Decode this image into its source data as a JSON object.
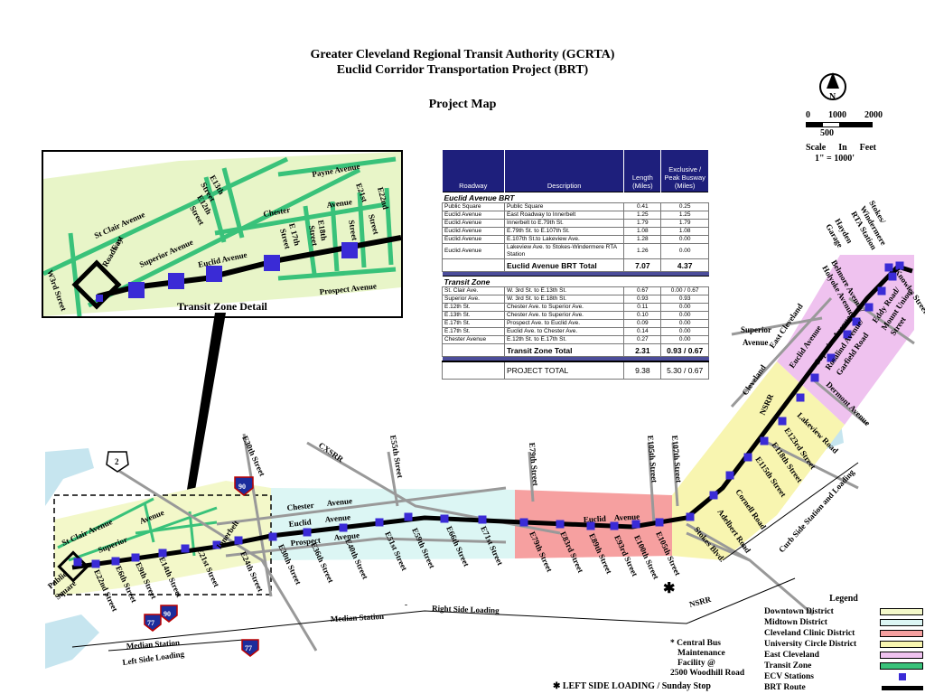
{
  "title": {
    "line1": "Greater Cleveland Regional Transit Authority (GCRTA)",
    "line2": "Euclid Corridor Transportation Project (BRT)",
    "subtitle": "Project Map"
  },
  "north_arrow": {
    "label": "N"
  },
  "scale": {
    "n0": "0",
    "n1": "1000",
    "n2": "2000",
    "n_sub": "500",
    "label_scale": "Scale",
    "label_in": "In",
    "label_feet": "Feet",
    "ratio": "1\" = 1000'"
  },
  "table": {
    "headers": {
      "roadway": "Roadway",
      "description": "Description",
      "length": "Length (Miles)",
      "exclusive": "Exclusive / Peak Busway (Miles)"
    },
    "sections": [
      {
        "name": "Euclid Avenue BRT",
        "rows": [
          {
            "roadway": "Public Square",
            "description": "Public Square",
            "length": "0.41",
            "exclusive": "0.25"
          },
          {
            "roadway": "Euclid Avenue",
            "description": "East Roadway to Innerbelt",
            "length": "1.25",
            "exclusive": "1.25"
          },
          {
            "roadway": "Euclid Avenue",
            "description": "Innerbelt to E.79th St.",
            "length": "1.79",
            "exclusive": "1.79"
          },
          {
            "roadway": "Euclid Avenue",
            "description": "E.79th St. to E.107th St.",
            "length": "1.08",
            "exclusive": "1.08"
          },
          {
            "roadway": "Euclid Avenue",
            "description": "E.107th St.to Lakeview Ave.",
            "length": "1.28",
            "exclusive": "0.00"
          },
          {
            "roadway": "Euclid Avenue",
            "description": "Lakeview Ave. to Stokes-Windermere RTA Station",
            "length": "1.26",
            "exclusive": "0.00"
          }
        ],
        "total_label": "Euclid Avenue BRT Total",
        "total_length": "7.07",
        "total_exclusive": "4.37"
      },
      {
        "name": "Transit Zone",
        "rows": [
          {
            "roadway": "St. Clair Ave.",
            "description": "W. 3rd St. to E.13th St.",
            "length": "0.67",
            "exclusive": "0.00 / 0.67"
          },
          {
            "roadway": "Superior Ave.",
            "description": "W. 3rd St. to E.18th St.",
            "length": "0.93",
            "exclusive": "0.93"
          },
          {
            "roadway": "E.12th St.",
            "description": "Chester Ave. to Superior Ave.",
            "length": "0.11",
            "exclusive": "0.00"
          },
          {
            "roadway": "E.13th St.",
            "description": "Chester Ave. to Superior Ave.",
            "length": "0.10",
            "exclusive": "0.00"
          },
          {
            "roadway": "E.17th St.",
            "description": "Prospect Ave. to Euclid Ave.",
            "length": "0.09",
            "exclusive": "0.00"
          },
          {
            "roadway": "E.17th St.",
            "description": "Euclid Ave. to Chester Ave.",
            "length": "0.14",
            "exclusive": "0.00"
          },
          {
            "roadway": "Chester Avenue",
            "description": "E.12th St. to E.17th St.",
            "length": "0.27",
            "exclusive": "0.00"
          }
        ],
        "total_label": "Transit Zone Total",
        "total_length": "2.31",
        "total_exclusive": "0.93 / 0.67"
      }
    ],
    "grand_total": {
      "label": "PROJECT TOTAL",
      "length": "9.38",
      "exclusive": "5.30 / 0.67"
    }
  },
  "inset": {
    "caption": "Transit Zone Detail",
    "labels": {
      "st_clair": "St Clair Avenue",
      "superior": "Superior Avenue",
      "euclid": "Euclid Avenue",
      "chester": "Chester",
      "avenue": "Avenue",
      "payne": "Payne Avenue",
      "prospect": "Prospect Avenue",
      "e13": "E13th",
      "e12": "E12th",
      "street1": "Street",
      "street2": "Street",
      "e17": "E 17th",
      "street3": "Street",
      "e18": "E18th",
      "street4": "Street",
      "street5": "Street",
      "e21": "E21st",
      "e22": "E22nd",
      "street6": "Street",
      "east": "East",
      "roadway": "Roadway",
      "w3": "W3rd Street"
    }
  },
  "map_labels": {
    "e30": "E30th Street",
    "cxsrr": "CXSRR",
    "e55": "E55th Street",
    "e79": "E79th Street",
    "e105": "E105th Street",
    "e107": "E107th Street",
    "chester": "Chester",
    "avenue1": "Avenue",
    "euclid1": "Euclid",
    "avenue2": "Avenue",
    "prospect": "Prospect",
    "avenue3": "Avenue",
    "euclid2": "Euclid",
    "avenue4": "Avenue",
    "st_clair": "St Clair Avenue",
    "superior": "Superior",
    "avenue5": "Avenue",
    "public": "Public",
    "square": "Square",
    "e22": "E22nd Street",
    "e40": "E40th Street",
    "e36": "E36th Street",
    "e30b": "E30th Street",
    "e24": "E24th Street",
    "e21": "E21st Street",
    "innerbelt": "Innerbelt",
    "e14": "E14th Street",
    "e9": "E9th Street",
    "e6": "E6th Street",
    "e51": "E51st Street",
    "e59": "E59th Street",
    "e66": "E66th Street",
    "e71": "E71st Street",
    "e79b": "E79th Street",
    "e83": "E83rd Street",
    "e89": "E89th Street",
    "e93": "E93rd Street",
    "e100": "E100th Street",
    "e105b": "E105th Street",
    "stokes": "Stokes Blvd.",
    "adelbert": "Adelbert Road",
    "cornell": "Cornell Road",
    "e115": "E115th Street",
    "e118": "E118th Street",
    "e123": "E123rd Street",
    "lakeview": "Lakeview Road",
    "nsrr": "NSRR",
    "nsrr2": "NSRR",
    "dermont": "Dermont Avenue",
    "superior2": "Superior",
    "avenue6": "Avenue",
    "east_cleveland": "East Cleveland",
    "cleveland": "Cleveland",
    "euclid_ave": "Euclid Avenue",
    "superior_ave": "Superior Avenue/",
    "rosalind": "Rosalind Avenue/",
    "garfield": "Garfield Road",
    "eddy": "Eddy Road/",
    "mount_union": "Mount Union",
    "street": "Street",
    "knowles": "Knowles Street",
    "belmore": "Belmore Avenue/",
    "holyoke": "Holyoke Avenue",
    "hayden": "Hayden",
    "garage": "Garage",
    "stokes_wind": "Stokes/",
    "windermere": "Windermere",
    "rta": "RTA Station",
    "curb_side": "Curb Side Station and Loading",
    "median_station": "Median Station",
    "dash": "-",
    "right_side": "Right Side Loading",
    "median_station2": "Median Station",
    "left_side": "Left Side Loading",
    "rt2": "2",
    "i90": "90",
    "i77a": "77",
    "i90b": "90",
    "i77b": "77"
  },
  "footnote": {
    "line1": "* Central Bus",
    "line2": "Maintenance",
    "line3": "Facility @",
    "line4": "2500 Woodhill Road",
    "left_loading": "✱ LEFT SIDE LOADING / Sunday Stop"
  },
  "legend": {
    "title": "Legend",
    "items": [
      {
        "label": "Downtown District",
        "color": "#f3f8c9"
      },
      {
        "label": "Midtown District",
        "color": "#dcf6f4"
      },
      {
        "label": "Cleveland Clinic District",
        "color": "#f6a0a0"
      },
      {
        "label": "University Circle District",
        "color": "#f8f5b0"
      },
      {
        "label": "East Cleveland",
        "color": "#efc2ef"
      },
      {
        "label": "Transit Zone",
        "color": "#39c27a"
      },
      {
        "label": "ECV Stations",
        "color": "#3a2bd6"
      },
      {
        "label": "BRT Route",
        "color": "#000000"
      }
    ]
  }
}
